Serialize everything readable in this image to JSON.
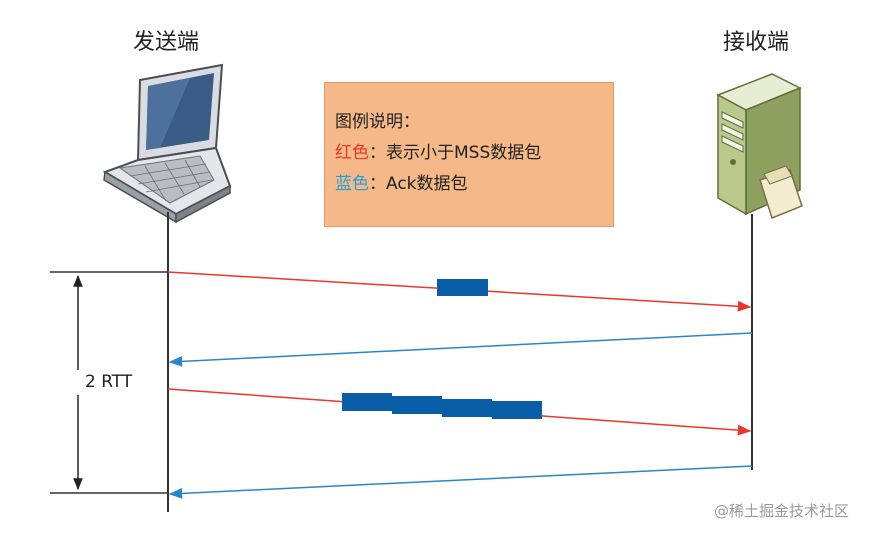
{
  "sender": {
    "title": "发送端",
    "icon": "laptop-icon"
  },
  "receiver": {
    "title": "接收端",
    "icon": "server-icon"
  },
  "legend": {
    "heading": "图例说明：",
    "red_label": "红色",
    "red_text": "：表示小于MSS数据包",
    "blue_label": "蓝色",
    "blue_text": "：Ack数据包"
  },
  "rtt_label": "2 RTT",
  "watermark": "@稀土掘金技术社区",
  "colors": {
    "data_arrow": "#e8372b",
    "ack_arrow": "#2a86c8",
    "packet": "#0a5ea8",
    "legend_bg": "#f4b889"
  },
  "packets_per_round": [
    1,
    4
  ]
}
